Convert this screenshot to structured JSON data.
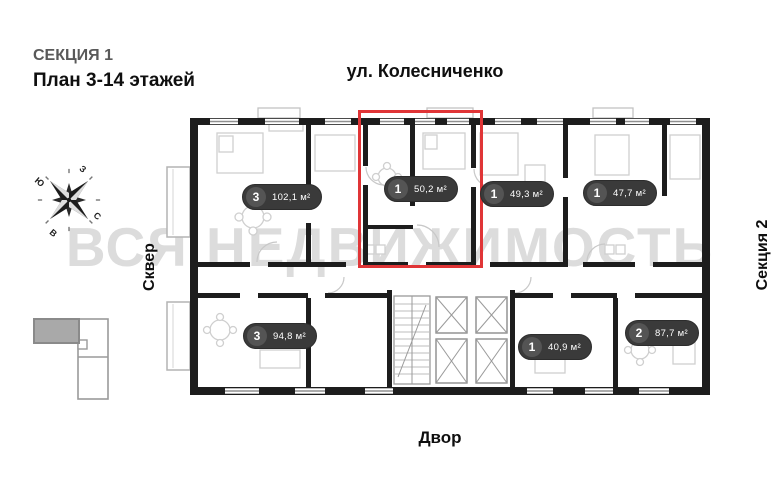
{
  "header": {
    "section": "СЕКЦИЯ 1",
    "plan": "План 3-14 этажей"
  },
  "labels": {
    "street": "ул. Колесниченко",
    "left_side": "Сквер",
    "right_side": "Секция 2",
    "bottom": "Двор"
  },
  "compass": {
    "north": "С",
    "south": "Ю",
    "east": "В",
    "west": "З"
  },
  "watermark": "ВСЯ НЕДВИЖИМОСТЬ",
  "apartments": [
    {
      "rooms": "3",
      "area": "102,1 м²",
      "highlighted": false
    },
    {
      "rooms": "1",
      "area": "50,2 м²",
      "highlighted": true
    },
    {
      "rooms": "1",
      "area": "49,3 м²",
      "highlighted": false
    },
    {
      "rooms": "1",
      "area": "47,7 м²",
      "highlighted": false
    },
    {
      "rooms": "3",
      "area": "94,8 м²",
      "highlighted": false
    },
    {
      "rooms": "1",
      "area": "40,9 м²",
      "highlighted": false
    },
    {
      "rooms": "2",
      "area": "87,7 м²",
      "highlighted": false
    }
  ],
  "colors": {
    "highlight": "#e03537",
    "pill_bg": "#3a3a3a",
    "pill_circle": "#545454",
    "wall": "#1d1d1d",
    "watermark": "#dcdcdc",
    "section_title": "#595959",
    "locator_fill": "#a9a9a9"
  }
}
